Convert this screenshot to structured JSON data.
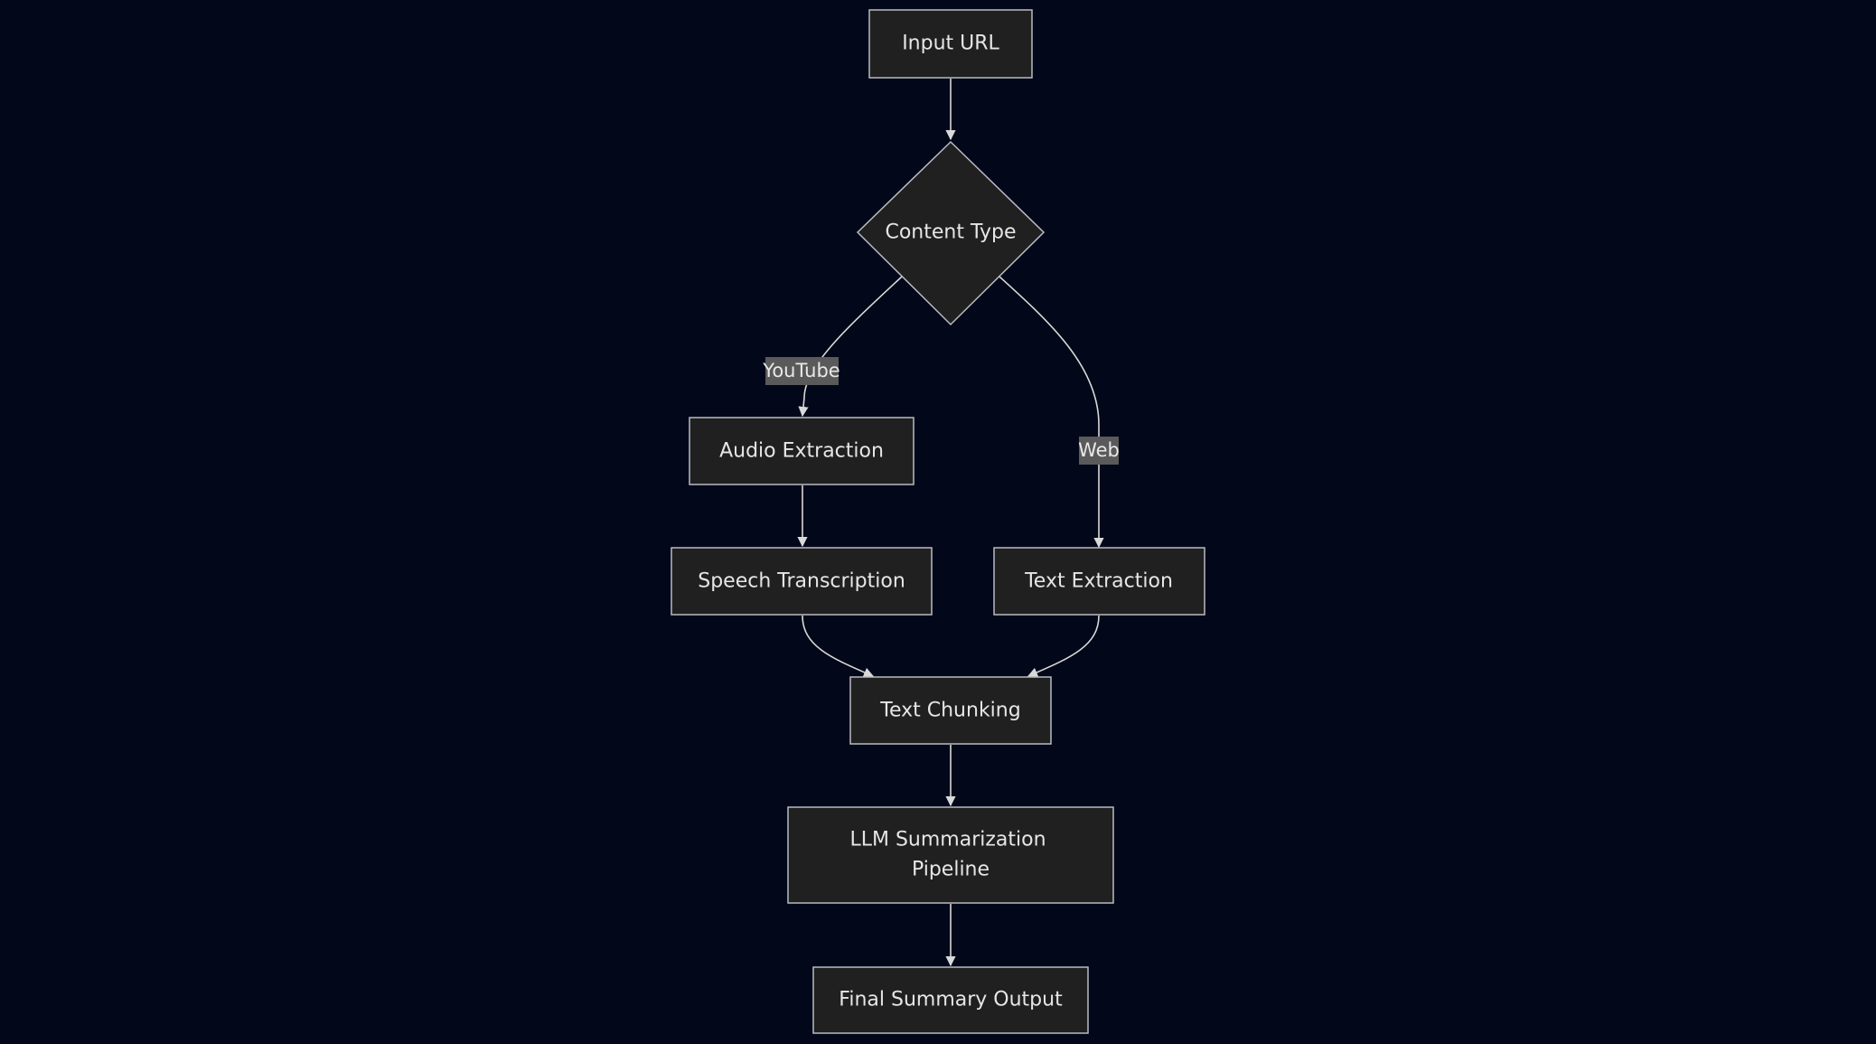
{
  "nodes": {
    "input_url": "Input URL",
    "content_type": "Content Type",
    "audio_extraction": "Audio Extraction",
    "speech_transcription": "Speech Transcription",
    "text_extraction": "Text Extraction",
    "text_chunking": "Text Chunking",
    "llm_summarization_line1": "LLM Summarization",
    "llm_summarization_line2": "Pipeline",
    "final_summary_output": "Final Summary Output"
  },
  "edge_labels": {
    "youtube": "YouTube",
    "web": "Web"
  },
  "colors": {
    "background": "#03071a",
    "node_fill": "#1f201f",
    "node_stroke": "#b9bcc2",
    "edge": "#d9d9d9",
    "edge_label_bg": "#5a5a5a",
    "text": "#e6e6e6"
  }
}
